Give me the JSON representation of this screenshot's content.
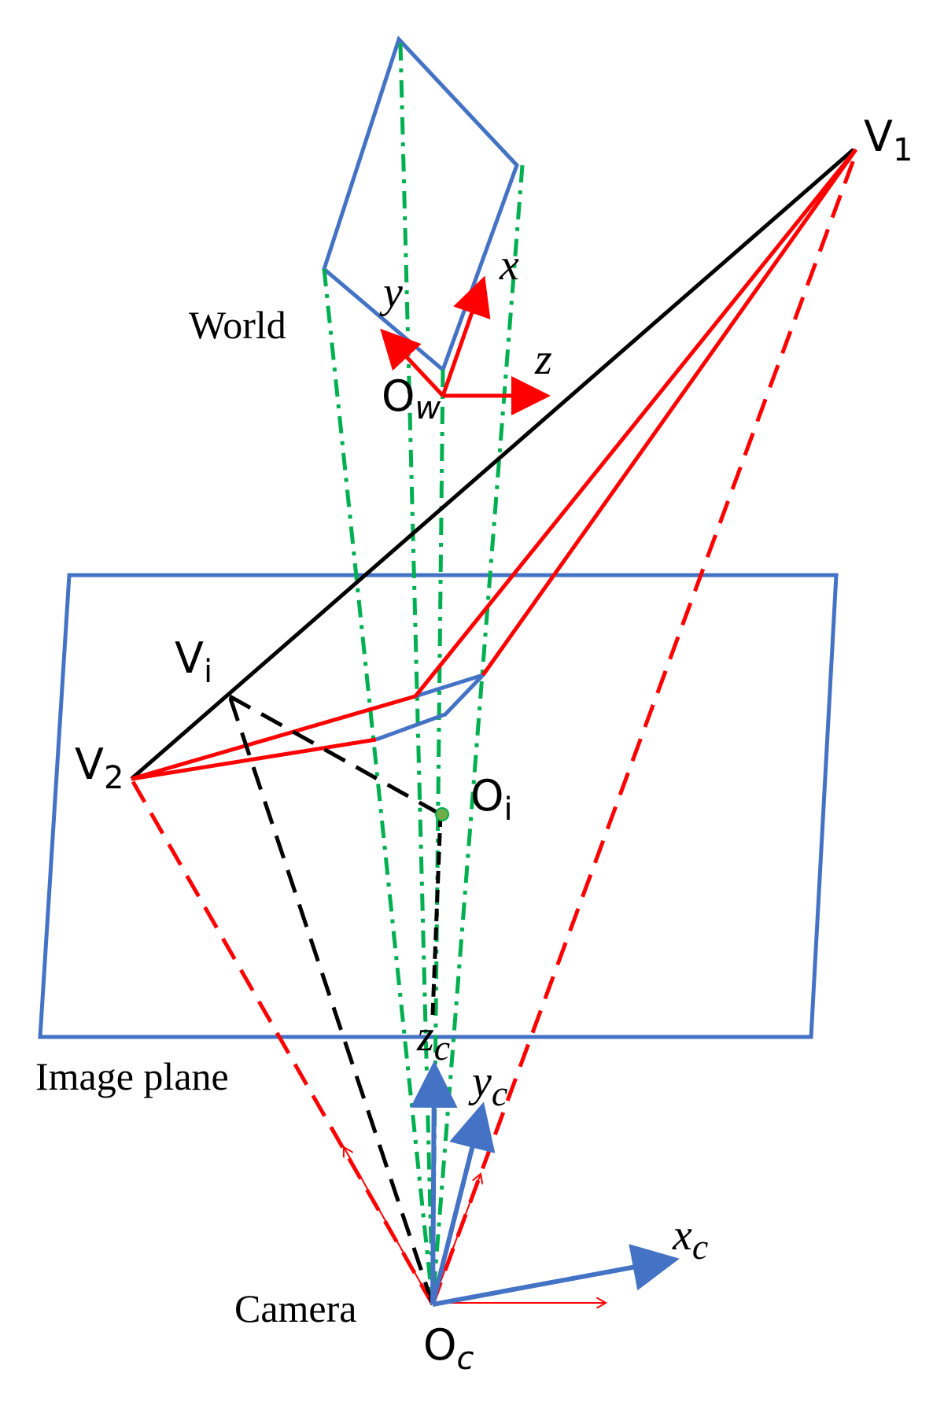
{
  "colors": {
    "blue": "#4472c4",
    "red": "#ff0000",
    "green": "#00b050",
    "black": "#000000",
    "point_fill": "#70ad47"
  },
  "labels": {
    "world": "World",
    "image_plane": "Image plane",
    "camera": "Camera",
    "v1": {
      "base": "V",
      "sub": "1"
    },
    "v2": {
      "base": "V",
      "sub": "2"
    },
    "vi": {
      "base": "V",
      "sub": "i"
    },
    "oi": {
      "base": "O",
      "sub": "i"
    },
    "ow": {
      "base": "O",
      "sub": "w"
    },
    "oc": {
      "base": "O",
      "sub": "c"
    },
    "world_x": "x",
    "world_y": "y",
    "world_z": "z",
    "cam_x": {
      "base": "x",
      "sub": "c"
    },
    "cam_y": {
      "base": "y",
      "sub": "c"
    },
    "cam_z": {
      "base": "z",
      "sub": "c"
    }
  },
  "icons": {
    "world_axes": "world-frame-arrows",
    "camera_axes": "camera-frame-arrows",
    "optical_center": "point-dot"
  }
}
